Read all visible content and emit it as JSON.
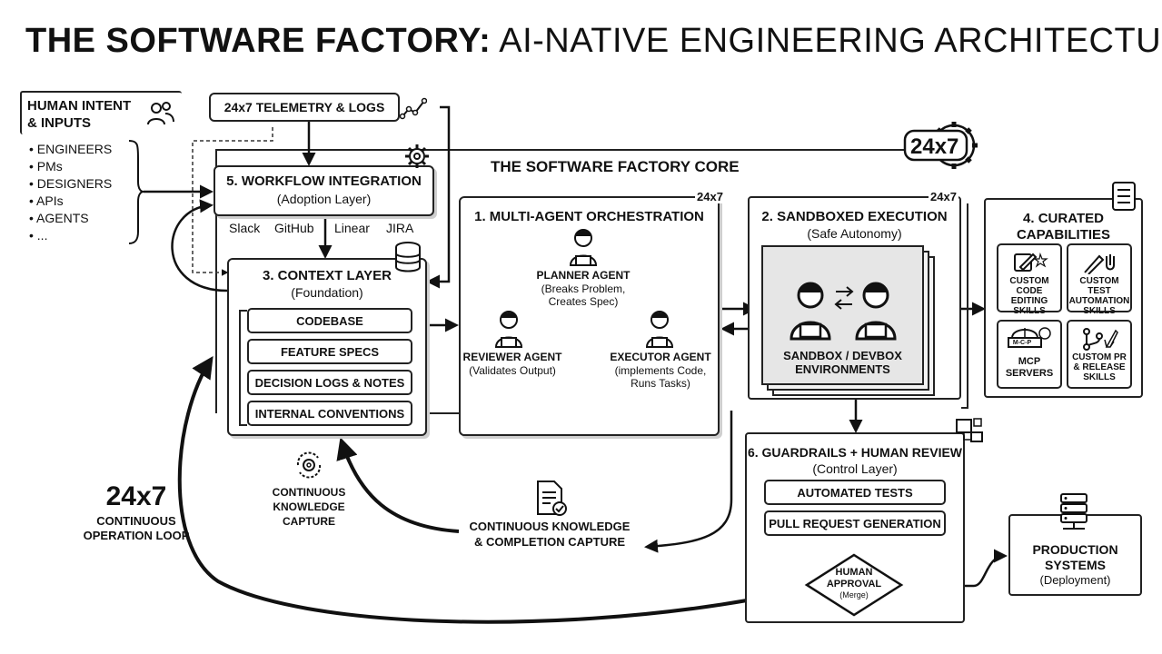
{
  "title": {
    "bold": "THE SOFTWARE FACTORY:",
    "rest": "AI-NATIVE ENGINEERING ARCHITECTURE"
  },
  "human_intent": {
    "title_line1": "HUMAN INTENT",
    "title_line2": "& INPUTS",
    "items": [
      "• ENGINEERS",
      "• PMs",
      "• DESIGNERS",
      "• APIs",
      "• AGENTS",
      "• ..."
    ]
  },
  "telemetry": {
    "label": "24x7 TELEMETRY & LOGS"
  },
  "core_title": "THE SOFTWARE FACTORY CORE",
  "badge_24x7": "24x7",
  "workflow": {
    "title": "5. WORKFLOW INTEGRATION",
    "subtitle": "(Adoption Layer)",
    "tools": [
      "Slack",
      "GitHub",
      "Linear",
      "JIRA"
    ]
  },
  "context": {
    "title": "3. CONTEXT LAYER",
    "subtitle": "(Foundation)",
    "items": [
      "CODEBASE",
      "FEATURE SPECS",
      "DECISION LOGS & NOTES",
      "INTERNAL CONVENTIONS"
    ]
  },
  "orchestration": {
    "title": "1. MULTI-AGENT ORCHESTRATION",
    "badge": "24x7",
    "planner": {
      "name": "PLANNER AGENT",
      "desc1": "(Breaks Problem,",
      "desc2": "Creates Spec)"
    },
    "reviewer": {
      "name": "REVIEWER AGENT",
      "desc1": "(Validates Output)"
    },
    "executor": {
      "name": "EXECUTOR AGENT",
      "desc1": "(implements Code,",
      "desc2": "Runs Tasks)"
    }
  },
  "sandbox": {
    "title": "2. SANDBOXED EXECUTION",
    "subtitle": "(Safe Autonomy)",
    "badge": "24x7",
    "env_line1": "SANDBOX / DEVBOX",
    "env_line2": "ENVIRONMENTS"
  },
  "capabilities": {
    "title_line1": "4. CURATED",
    "title_line2": "CAPABILITIES",
    "items": [
      {
        "line1": "CUSTOM",
        "line2": "CODE EDITING",
        "line3": "SKILLS"
      },
      {
        "line1": "CUSTOM TEST",
        "line2": "AUTOMATION",
        "line3": "SKILLS"
      },
      {
        "line1": "MCP",
        "line2": "SERVERS",
        "line3": ""
      },
      {
        "line1": "CUSTOM PR",
        "line2": "& RELEASE",
        "line3": "SKILLS"
      }
    ],
    "mcp_icon_text": "M-C-P"
  },
  "guardrails": {
    "title": "6. GUARDRAILS + HUMAN REVIEW",
    "subtitle": "(Control Layer)",
    "steps": [
      "AUTOMATED TESTS",
      "PULL REQUEST GENERATION"
    ],
    "approval_line1": "HUMAN",
    "approval_line2": "APPROVAL",
    "approval_line3": "(Merge)"
  },
  "production": {
    "line1": "PRODUCTION",
    "line2": "SYSTEMS",
    "line3": "(Deployment)"
  },
  "loop": {
    "big": "24x7",
    "line1": "CONTINUOUS",
    "line2": "OPERATION LOOP"
  },
  "knowledge": {
    "line1": "CONTINUOUS",
    "line2": "KNOWLEDGE",
    "line3": "CAPTURE"
  },
  "completion": {
    "line1": "CONTINUOUS KNOWLEDGE",
    "line2": "& COMPLETION CAPTURE"
  }
}
